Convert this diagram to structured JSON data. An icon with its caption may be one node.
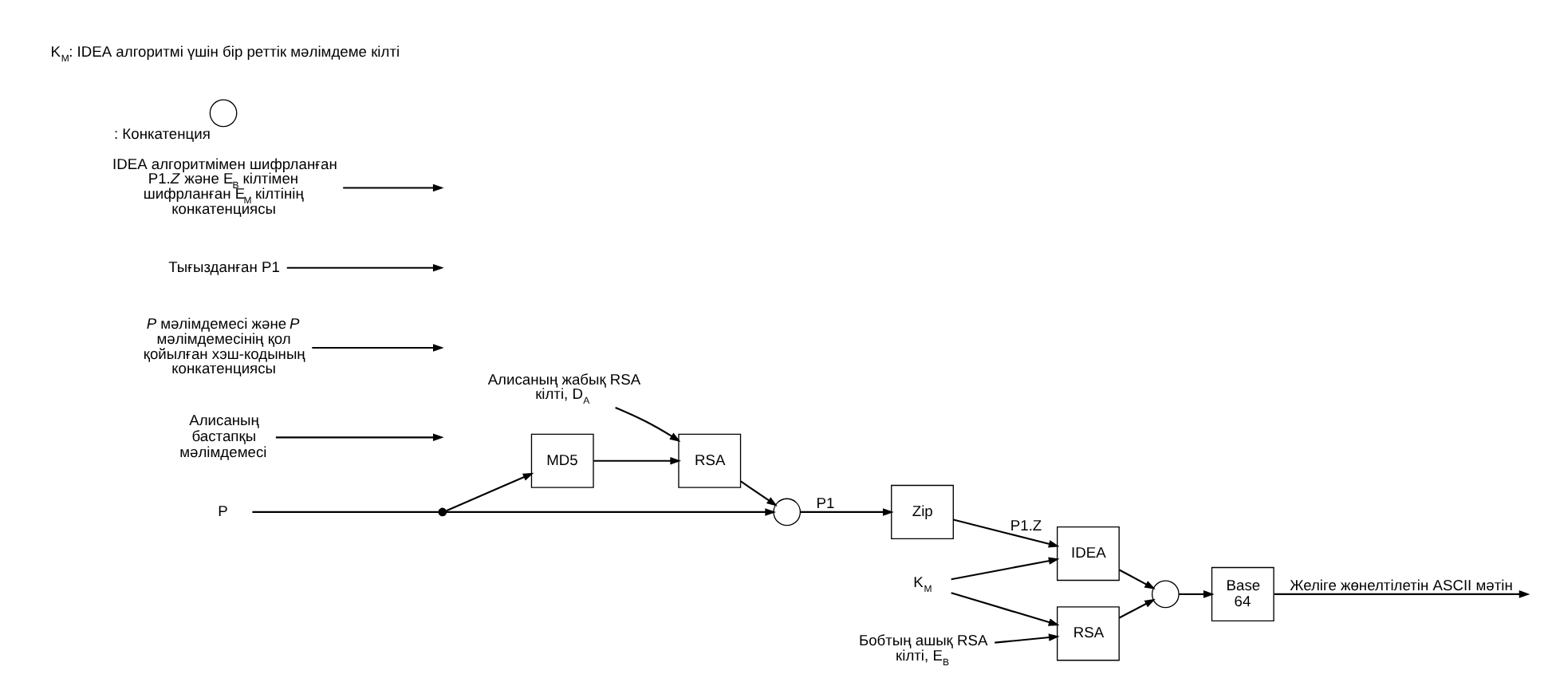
{
  "diagram": {
    "nodes": [
      {
        "text": [
          "P"
        ]
      },
      {
        "text": [],
        "shape": "circle"
      },
      {
        "text": [
          "MD5"
        ]
      },
      {
        "text": [
          "RSA"
        ]
      },
      {
        "text": [
          "Алисаның жабық RSA кілті, D$_{A}$"
        ]
      },
      {
        "text": [],
        "shape": "circle"
      },
      {
        "text": [
          "Zip"
        ]
      },
      {
        "text": [
          "IDEA"
        ]
      },
      {
        "text": [
          "K$_{M}$"
        ]
      },
      {
        "text": [
          "RSA"
        ]
      },
      {
        "text": [
          "Бобтың ашық RSA кілті, E$_{B}$"
        ]
      },
      {
        "text": [],
        "shape": "circle"
      },
      {
        "text": [
          "Base 64"
        ]
      },
      {
        "text": [
          "Алисаның бастапқы мәлімдемесі"
        ]
      },
      {
        "text": [
          "*P* мәлімдемесі және *P* мәлімдемесінің қол қойылған хэш-кодының конкатенциясы"
        ]
      },
      {
        "text": [
          "Тығызданған P1"
        ]
      },
      {
        "text": [
          "IDEA алгоритмімен шифрланған P1.*Z* және E$_{B}$ кілтімен шифрланған E$_{M}$ кілтінің конкатенциясы"
        ]
      },
      {
        "text": [],
        "shape": "circle",
        "beside": [
          ": Конкатенция"
        ]
      }
    ],
    "edges": [
      {
        "from": 0,
        "to": 1,
        "arrow": "none"
      },
      {
        "from": 1,
        "to": 2,
        "arrow": "to"
      },
      {
        "from": 1,
        "to": 5,
        "arrow": "to"
      },
      {
        "from": 2,
        "to": 3,
        "arrow": "to"
      },
      {
        "from": 4,
        "to": 3,
        "arrow": "to"
      },
      {
        "from": 3,
        "to": 5,
        "arrow": "to"
      },
      {
        "from": 5,
        "to": 6,
        "arrow": "to",
        "label": "P1"
      },
      {
        "from": 6,
        "to": 7,
        "arrow": "to",
        "label": "P1.Z"
      },
      {
        "from": 8,
        "to": 7,
        "arrow": "to"
      },
      {
        "from": 8,
        "to": 9,
        "arrow": "to"
      },
      {
        "from": 10,
        "to": 9,
        "arrow": "to"
      },
      {
        "from": 9,
        "to": 11,
        "arrow": "to"
      },
      {
        "from": 7,
        "to": 11,
        "arrow": "to"
      },
      {
        "from": 11,
        "to": 12,
        "arrow": "to"
      },
      {
        "from": 12,
        "to": null,
        "arrow": "to",
        "label": "Желіге жөнелтілетін ASCII мәтін"
      },
      {
        "from": 13,
        "to": null,
        "arrow": "to"
      },
      {
        "from": 14,
        "to": null,
        "arrow": "to"
      },
      {
        "from": 15,
        "to": null,
        "arrow": "to"
      },
      {
        "from": 16,
        "to": null,
        "arrow": "to"
      }
    ],
    "labels": [
      "K$_{M}$: IDEA алгоритмі үшін бір реттік мәлімдеме кілті"
    ]
  }
}
